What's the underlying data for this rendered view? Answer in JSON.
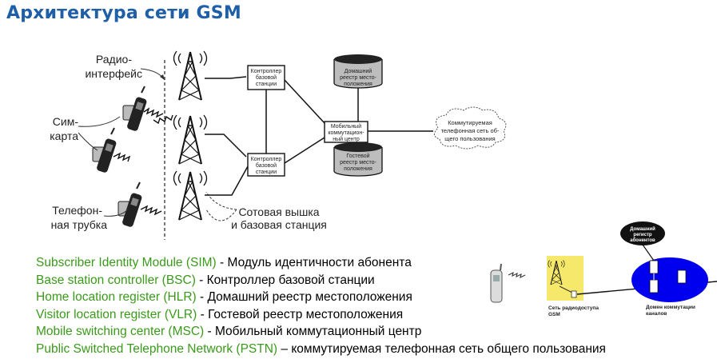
{
  "title": "Архитектура сети GSM",
  "diagram": {
    "radio_interface": [
      "Радио-",
      "интерфейс"
    ],
    "sim_card": [
      "Сим-",
      "карта"
    ],
    "handset": [
      "Телефон-",
      "ная трубка"
    ],
    "tower_label": [
      "Сотовая вышка",
      "и базовая станция"
    ],
    "bsc": [
      "Контроллер",
      "базовой",
      "станции"
    ],
    "hlr": [
      "Домашний",
      "реестр место-",
      "положения"
    ],
    "vlr": [
      "Гостевой",
      "реестр место-",
      "положения"
    ],
    "msc": [
      "Мобильный",
      "коммутацион-",
      "ный центр"
    ],
    "pstn": [
      "Коммутируемая",
      "телефонная сеть об-",
      "щего пользования"
    ]
  },
  "right_diagram": {
    "hlr_label": [
      "Домашний",
      "регистр",
      "абонентов"
    ],
    "access_net": [
      "Сеть радиодоступа",
      "GSM"
    ],
    "core_domain": [
      "Домен коммутации",
      "каналов"
    ]
  },
  "legend": [
    {
      "abbr": "Subscriber Identity Module (SIM)",
      "sep": " - ",
      "desc": "Модуль идентичности абонента"
    },
    {
      "abbr": "Base station controller (BSC)",
      "sep": " - ",
      "desc": "Контроллер базовой станции"
    },
    {
      "abbr": "Home location register (HLR)",
      "sep": " - ",
      "desc": "Домашний реестр местоположения"
    },
    {
      "abbr": "Visitor location register (VLR)",
      "sep": " - ",
      "desc": "Гостевой реестр местоположения"
    },
    {
      "abbr": "Mobile switching center (MSC)",
      "sep": " - ",
      "desc": "Мобильный коммутационный центр"
    },
    {
      "abbr": "Public Switched Telephone Network (PSTN)",
      "sep": " – ",
      "desc": "коммутируемая телефонная сеть общего пользования"
    }
  ],
  "colors": {
    "title": "#1f5fa8",
    "abbr": "#3a9a1a",
    "domain": "#0000ee",
    "access": "#f5e86a"
  }
}
